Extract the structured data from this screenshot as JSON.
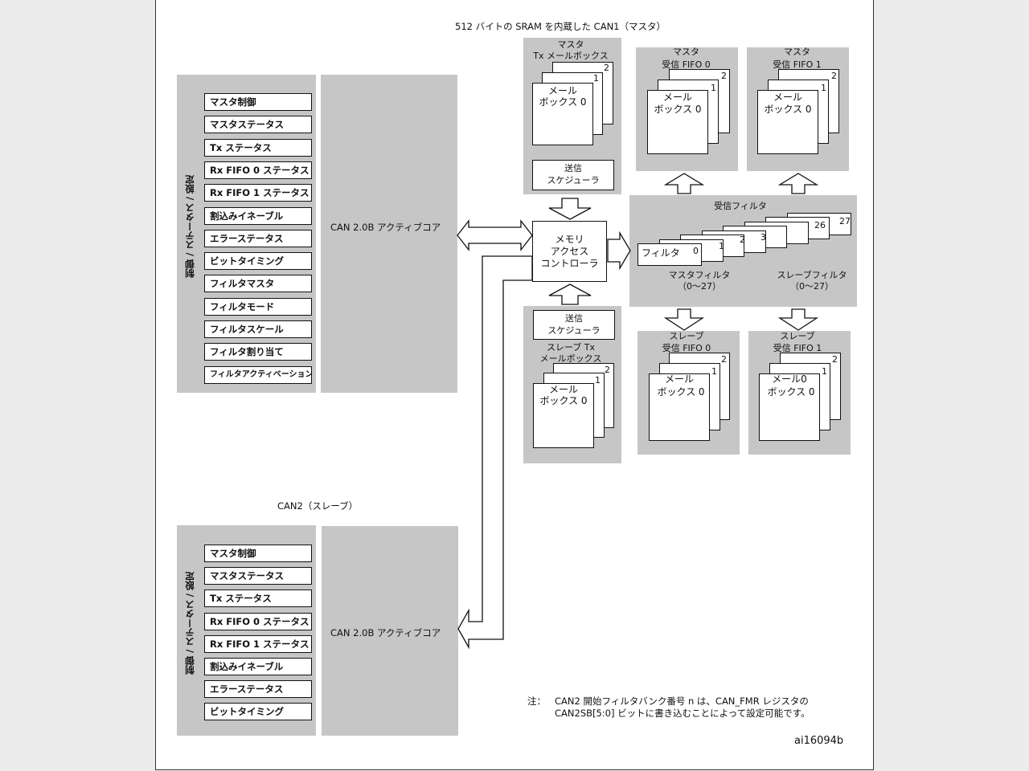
{
  "can1_title": "512 バイトの SRAM を内蔵した CAN1（マスタ）",
  "can2_title": "CAN2（スレーブ）",
  "side_label": "制御 / ステータス / 設定",
  "core_label": "CAN 2.0B アクティブコア",
  "can1_registers": [
    "マスタ制御",
    "マスタステータス",
    "Tx ステータス",
    "Rx FIFO 0 ステータス",
    "Rx FIFO 1 ステータス",
    "割込みイネーブル",
    "エラーステータス",
    "ビットタイミング",
    "フィルタマスタ",
    "フィルタモード",
    "フィルタスケール",
    "フィルタ割り当て",
    "フィルタアクティベーション"
  ],
  "can2_registers": [
    "マスタ制御",
    "マスタステータス",
    "Tx ステータス",
    "Rx FIFO 0 ステータス",
    "Rx FIFO 1 ステータス",
    "割込みイネーブル",
    "エラーステータス",
    "ビットタイミング"
  ],
  "master_tx": {
    "title1": "マスタ",
    "title2": "Tx メールボックス",
    "num2": "2",
    "num1": "1",
    "mb1": "メール",
    "mb2": "ボックス 0"
  },
  "scheduler": {
    "l1": "送信",
    "l2": "スケジューラ"
  },
  "mac": {
    "l1": "メモリ",
    "l2": "アクセス",
    "l3": "コントローラ"
  },
  "master_fifo0": {
    "title1": "マスタ",
    "title2": "受信 FIFO 0",
    "num2": "2",
    "num1": "1",
    "mb1": "メール",
    "mb2": "ボックス 0"
  },
  "master_fifo1": {
    "title1": "マスタ",
    "title2": "受信 FIFO 1",
    "num2": "2",
    "num1": "1",
    "mb1": "メール",
    "mb2": "ボックス 0"
  },
  "filters": {
    "title": "受信フィルタ",
    "filter_label": "フィルタ",
    "n0": "0",
    "n1": "1",
    "n2": "2",
    "n3": "3",
    "n26": "26",
    "n27": "27",
    "master_label": "マスタフィルタ",
    "master_range": "（0～27）",
    "slave_label": "スレーブフィルタ",
    "slave_range": "（0～27）"
  },
  "slave_tx": {
    "title1": "スレーブ Tx",
    "title2": "メールボックス",
    "num2": "2",
    "num1": "1",
    "mb1": "メール",
    "mb2": "ボックス 0"
  },
  "slave_fifo0": {
    "title1": "スレーブ",
    "title2": "受信 FIFO 0",
    "num2": "2",
    "num1": "1",
    "mb1": "メール",
    "mb2": "ボックス 0"
  },
  "slave_fifo1": {
    "title1": "スレーブ",
    "title2": "受信 FIFO 1",
    "num2": "2",
    "num1": "1",
    "mb1": "メール0",
    "mb2": "ボックス 0"
  },
  "note": {
    "prefix": "注：",
    "line1": "CAN2 開始フィルタバンク番号 n は、CAN_FMR レジスタの",
    "line2": "CAN2SB[5:0] ビットに書き込むことによって設定可能です。"
  },
  "figure_id": "ai16094b"
}
